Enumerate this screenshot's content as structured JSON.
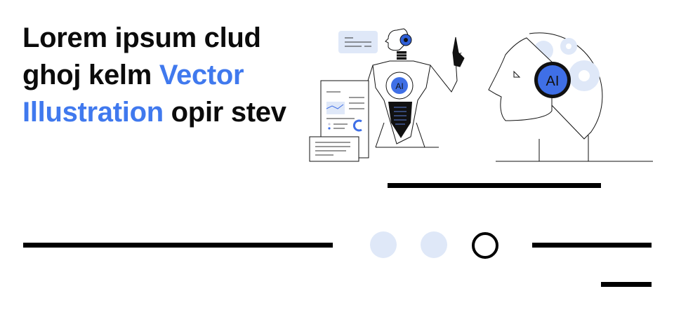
{
  "headline": {
    "part1": "Lorem ipsum clud ghoj kelm ",
    "accent": "Vector Illustration",
    "part2": " opir stev"
  },
  "colors": {
    "accent": "#4079ee",
    "text": "#0b0b0b",
    "light_blue": "#dfe8f8",
    "line": "#000000"
  },
  "illustrations": {
    "robot": {
      "badge": "AI"
    },
    "head": {
      "badge": "AI"
    }
  },
  "pagination": {
    "dots": 3,
    "active_index": 2
  }
}
